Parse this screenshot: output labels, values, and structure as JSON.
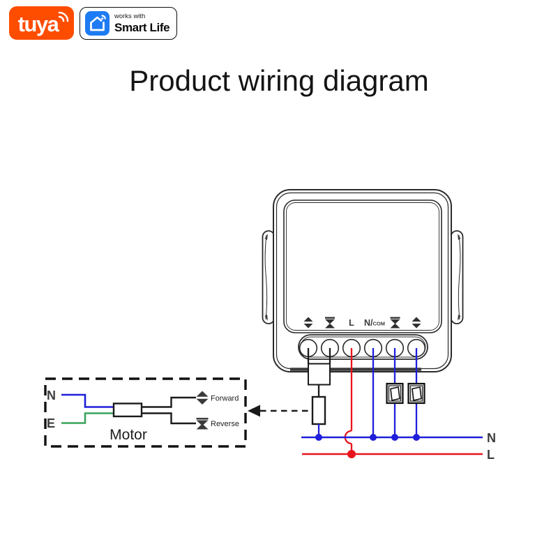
{
  "header": {
    "tuya_logo_text": "tuya",
    "badge": {
      "works_with": "works with",
      "smart_life": "Smart Life"
    }
  },
  "title": "Product wiring diagram",
  "device_terminals": {
    "marking_1": "open-close-diamond-icon",
    "marking_2": "stop-hourglass-icon",
    "live": "L",
    "neutral_prefix": "N/",
    "neutral_suffix": "COM",
    "marking_5": "stop-hourglass-icon",
    "marking_6": "open-close-diamond-icon",
    "wire_colors": [
      "black",
      "black",
      "red",
      "blue",
      "blue",
      "blue"
    ]
  },
  "motor_box": {
    "neutral": "N",
    "earth": "E",
    "motor": "Motor",
    "forward": "Forward",
    "reverse": "Reverse"
  },
  "bus": {
    "neutral": "N",
    "live": "L"
  },
  "colors": {
    "tuya_orange": "#ff4d00",
    "smartlife_blue": "#1e7bf3",
    "wire_blue": "#1f1fdb",
    "wire_red": "#e8141c",
    "wire_green": "#3aa35c",
    "outline": "#2a2a2a",
    "label_gray": "#3d3d3d"
  }
}
